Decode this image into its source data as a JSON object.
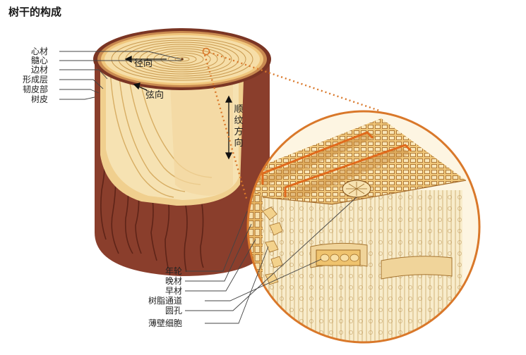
{
  "title": "树干的构成",
  "left_labels": [
    "心材",
    "髓心",
    "边材",
    "形成层",
    "韧皮部",
    "树皮"
  ],
  "bottom_labels": [
    "年轮",
    "晚材",
    "早材",
    "树脂通道",
    "圆孔",
    "薄壁细胞"
  ],
  "direction_labels": {
    "radial": "径向",
    "tangential": "弦向",
    "longitudinal": "顺纹方向"
  },
  "colors": {
    "bark": "#8a3e2c",
    "bark_dark": "#5e2418",
    "heartwood": "#f3d9a0",
    "sapwood": "#f7e6be",
    "ring": "#c99a50",
    "detail_border": "#d9782a",
    "cell_wall": "#b07a36"
  }
}
